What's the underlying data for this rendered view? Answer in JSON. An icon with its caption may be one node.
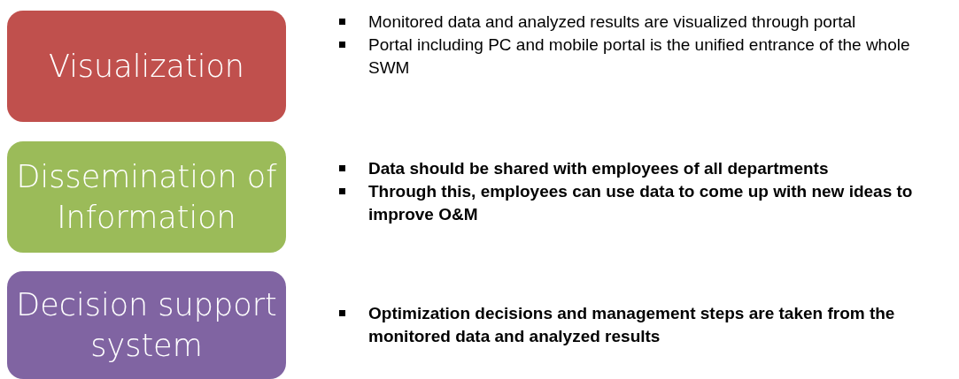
{
  "diagram": {
    "nodes": [
      {
        "text": [
          "Visualization"
        ]
      },
      {
        "text": [
          "Dissemination of Information"
        ]
      },
      {
        "text": [
          "Decision support system"
        ]
      }
    ],
    "labels": [
      "Monitored data and analyzed results are visualized through portal",
      "Portal including PC and mobile portal is the unified entrance of the whole SWM",
      "Data should be shared with employees of all departments",
      "Through this, employees can use data to come up with new ideas to improve O&M",
      "Optimization decisions and management steps are taken from the monitored data and analyzed results"
    ]
  }
}
